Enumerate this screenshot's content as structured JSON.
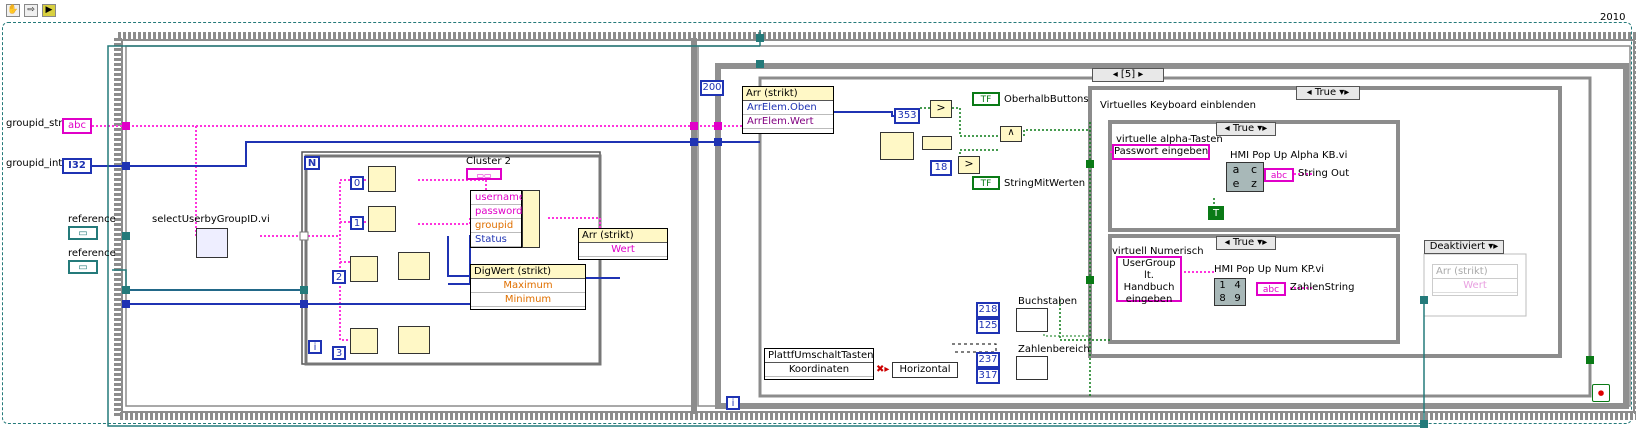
{
  "toolbar": {
    "hand_icon": "hand-icon",
    "arrow_icon": "arrow-icon",
    "run_icon": "run-icon",
    "version": "2010"
  },
  "inputs": {
    "groupid_str": "groupid_str",
    "groupid_int": "groupid_int",
    "groupid_str_type": "abc",
    "groupid_int_type": "I32",
    "reference_1": "reference",
    "reference_2": "reference"
  },
  "left_frame": {
    "subvi_label": "selectUserbyGroupID.vi",
    "for_loop_n": "N",
    "cluster_label": "Cluster 2",
    "index_0": "0",
    "index_1": "1",
    "index_2": "2",
    "index_3": "3",
    "loop_i": "i",
    "unbundle_fields": [
      "username",
      "password",
      "groupid",
      "Status"
    ],
    "arr_strikt": "Arr (strikt)",
    "wert": "Wert",
    "digwert": "DigWert (strikt)",
    "maximum": "Maximum",
    "minimum": "Minimum"
  },
  "right_frame": {
    "wait_ms": "200",
    "case_index": "5",
    "arr_strikt": "Arr (strikt)",
    "arr_elem_oben": "ArrElem.Oben",
    "arr_elem_wert": "ArrElem.Wert",
    "const_353": "353",
    "const_18": "18",
    "oberhalb_buttons": "OberhalbButtons",
    "string_mit_werten": "StringMitWerten",
    "platt_umschalt": "PlattfUmschaltTasten",
    "koordinaten": "Koordinaten",
    "horizontal": "Horizontal",
    "const_218": "218",
    "const_125": "125",
    "const_237": "237",
    "const_317": "317",
    "buchstaben": "Buchstaben",
    "zahlenbereich": "Zahlenbereich",
    "loop_i": "i",
    "outer_case": {
      "selector": "True",
      "label": "Virtuelles Keyboard einblenden"
    },
    "alpha_case": {
      "selector": "True",
      "label": "virtuelle alpha-Tasten",
      "prompt": "Passwort eingeben",
      "subvi": "HMI Pop Up Alpha KB.vi",
      "output": "String Out",
      "bool_const": "T",
      "keys": [
        "a",
        "c",
        "e",
        "z"
      ]
    },
    "num_case": {
      "selector": "True",
      "label": "virtuell Numerisch",
      "prompt": "UserGroup lt. Handbuch eingeben",
      "subvi": "HMI Pop Up Num KP.vi",
      "output": "ZahlenString",
      "keys": [
        "1",
        "4",
        "8",
        "9"
      ]
    },
    "deaktiviert": {
      "selector": "Deaktiviert",
      "arr_strikt": "Arr (strikt)",
      "wert": "Wert"
    }
  },
  "colors": {
    "numeric_wire": "#1f33b3",
    "string_wire": "#ff33dd",
    "bool_wire": "#0a7a16",
    "ref_wire": "#247a7a",
    "frame": "#8c8c8c"
  }
}
